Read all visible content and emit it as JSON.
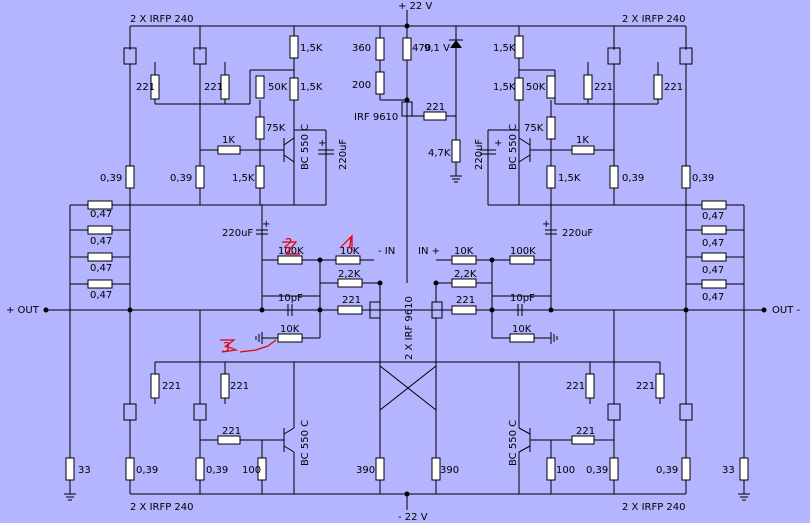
{
  "rails": {
    "positive": "+ 22 V",
    "negative": "- 22 V"
  },
  "outputs": {
    "left": "+ OUT",
    "right": "OUT -"
  },
  "inputs": {
    "plus": "IN +",
    "minus": "- IN"
  },
  "mosfet_labels": {
    "output_pair": "2 X IRFP 240",
    "driver_pair": "2 X IRF 9610",
    "source": "IRF 9610"
  },
  "transistor_label": "BC 550 C",
  "zener_label": "9,1 V",
  "resistors": {
    "r1k5": "1,5K",
    "r221": "221",
    "r50k": "50K",
    "r75k": "75K",
    "r1k": "1K",
    "r039": "0,39",
    "r047": "0,47",
    "r360": "360",
    "r470": "470",
    "r200": "200",
    "r4k7": "4,7K",
    "r100k": "100K",
    "r10k": "10K",
    "r2k2": "2,2K",
    "r33": "33",
    "r100": "100",
    "r390": "390"
  },
  "capacitors": {
    "c220uf": "220uF",
    "c10pf": "10pF",
    "plus": "+"
  },
  "annotations": {
    "n1": "1",
    "n2": "2",
    "n3": "3"
  }
}
